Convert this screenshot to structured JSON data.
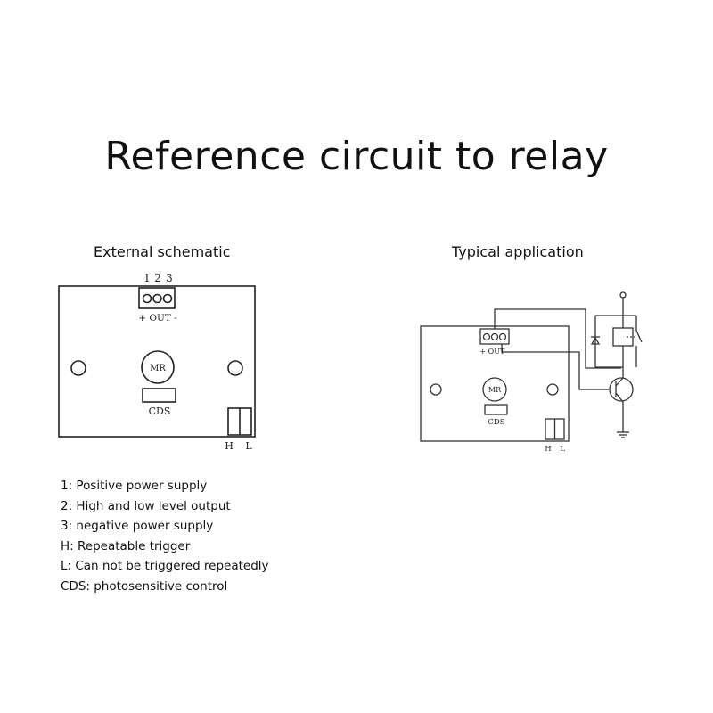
{
  "title": "Reference circuit to relay",
  "left_panel": {
    "subtitle": "External schematic",
    "pins": [
      "1",
      "2",
      "3"
    ],
    "pin_label": "+ OUT -",
    "sensor_label": "MR",
    "cds_label": "CDS",
    "h_label": "H",
    "l_label": "L"
  },
  "right_panel": {
    "subtitle": "Typical application",
    "pin_label": "+ OUT -",
    "sensor_label": "MR",
    "cds_label": "CDS",
    "h_label": "H",
    "l_label": "L"
  },
  "legend": [
    "1: Positive power supply",
    "2: High and low level output",
    "3: negative power supply",
    "H: Repeatable trigger",
    "L: Can not be triggered repeatedly",
    "CDS: photosensitive control"
  ]
}
